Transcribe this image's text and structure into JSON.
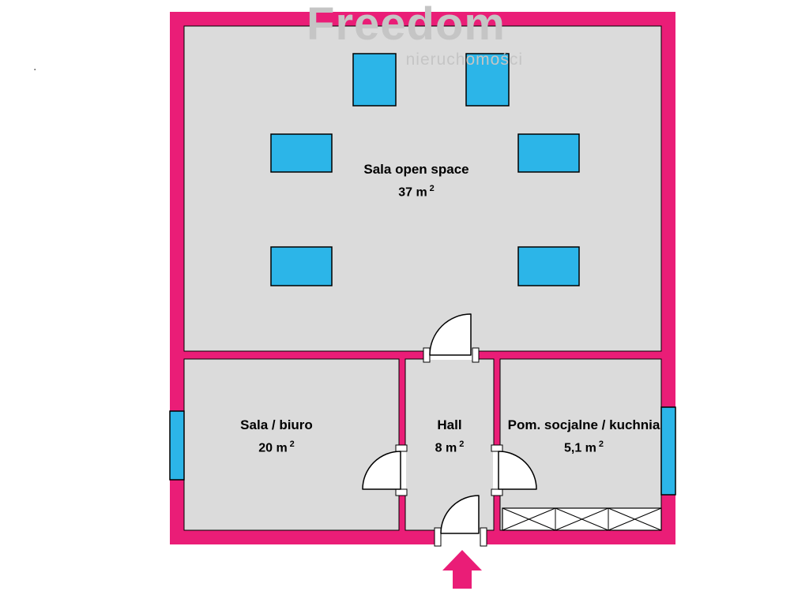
{
  "watermark": {
    "brand": "Freedom",
    "subtitle": "nieruchomości"
  },
  "stray_mark": ".",
  "rooms": [
    {
      "id": "open-space",
      "name": "Sala open space",
      "area_value": "37 m",
      "area_sup": "2"
    },
    {
      "id": "office",
      "name": "Sala / biuro",
      "area_value": "20 m",
      "area_sup": "2"
    },
    {
      "id": "hall",
      "name": "Hall",
      "area_value": "8 m",
      "area_sup": "2"
    },
    {
      "id": "kitchen",
      "name": "Pom. socjalne / kuchnia",
      "area_value": "5,1 m",
      "area_sup": "2"
    }
  ],
  "colors": {
    "wall": "#EA1D77",
    "floor": "#DBDBDB",
    "furniture": "#2CB5E8",
    "watermark": "#C5C5C5",
    "ink": "#000000"
  }
}
